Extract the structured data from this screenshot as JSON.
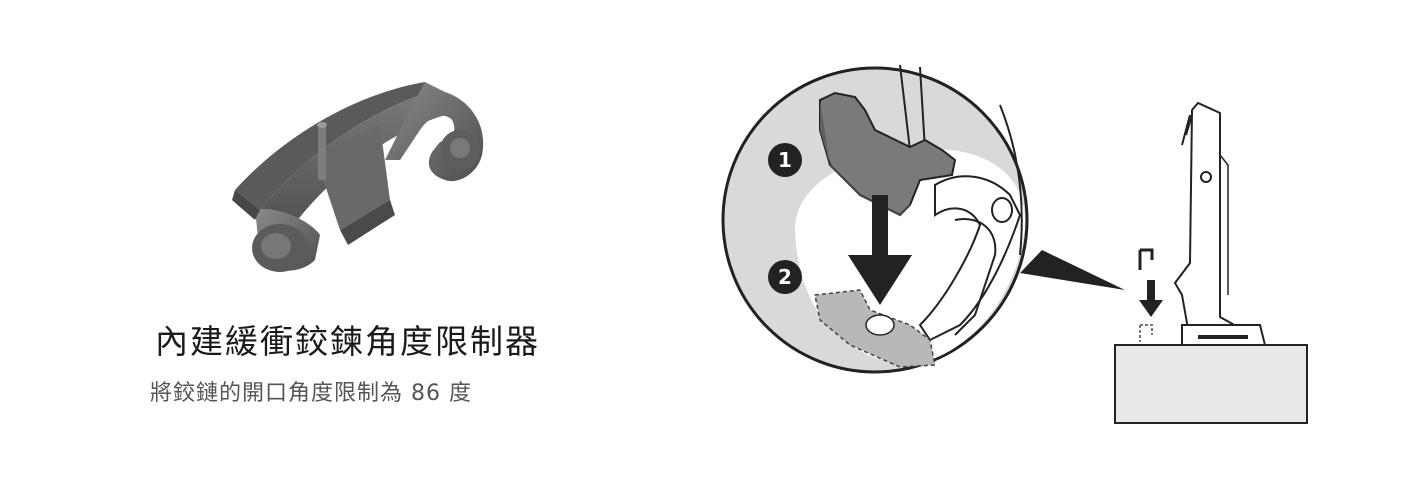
{
  "product": {
    "title": "內建緩衝鉸鍊角度限制器",
    "subtitle": "將鉸鏈的開口角度限制為 86 度"
  },
  "diagram": {
    "steps": [
      "1",
      "2"
    ]
  },
  "colors": {
    "part_gray": "#6e6e6e",
    "part_dark": "#4a4a4a",
    "zoom_bg": "#d9d9d9",
    "line": "#222222",
    "cabinet": "#e8e8e8"
  }
}
